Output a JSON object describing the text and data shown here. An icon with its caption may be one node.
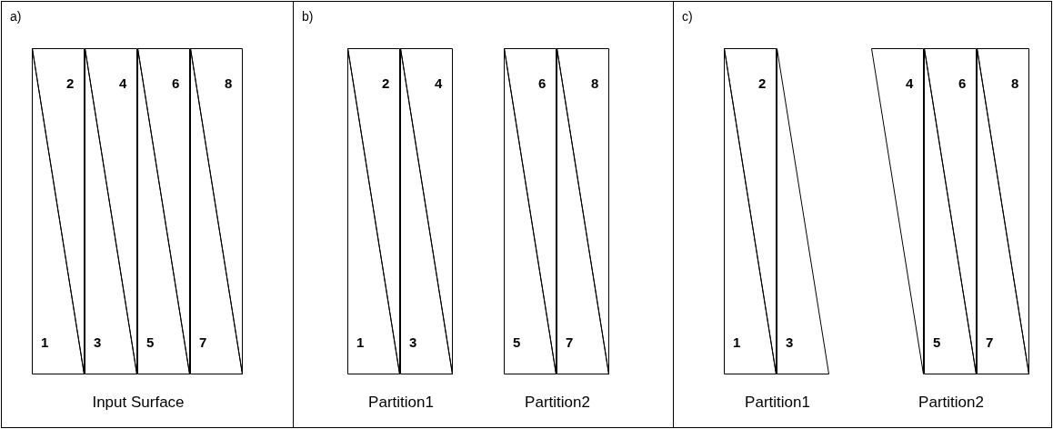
{
  "diagram": {
    "nodes": [
      {
        "text": [
          "a)",
          "Input Surface"
        ]
      },
      {
        "text": [
          "1"
        ],
        "in": 0
      },
      {
        "text": [
          "2"
        ],
        "in": 0
      },
      {
        "text": [
          "3"
        ],
        "in": 0
      },
      {
        "text": [
          "4"
        ],
        "in": 0
      },
      {
        "text": [
          "5"
        ],
        "in": 0
      },
      {
        "text": [
          "6"
        ],
        "in": 0
      },
      {
        "text": [
          "7"
        ],
        "in": 0
      },
      {
        "text": [
          "8"
        ],
        "in": 0
      },
      {
        "text": [
          "b)",
          "Partition1",
          "Partition2"
        ]
      },
      {
        "text": [
          "1"
        ],
        "in": 9
      },
      {
        "text": [
          "2"
        ],
        "in": 9
      },
      {
        "text": [
          "3"
        ],
        "in": 9
      },
      {
        "text": [
          "4"
        ],
        "in": 9
      },
      {
        "text": [
          "5"
        ],
        "in": 9
      },
      {
        "text": [
          "6"
        ],
        "in": 9
      },
      {
        "text": [
          "7"
        ],
        "in": 9
      },
      {
        "text": [
          "8"
        ],
        "in": 9
      },
      {
        "text": [
          "c)",
          "Partition1",
          "Partition2"
        ]
      },
      {
        "text": [
          "1"
        ],
        "in": 18
      },
      {
        "text": [
          "2"
        ],
        "in": 18
      },
      {
        "text": [
          "3"
        ],
        "in": 18
      },
      {
        "text": [
          "4"
        ],
        "in": 18
      },
      {
        "text": [
          "5"
        ],
        "in": 18
      },
      {
        "text": [
          "6"
        ],
        "in": 18
      },
      {
        "text": [
          "7"
        ],
        "in": 18
      },
      {
        "text": [
          "8"
        ],
        "in": 18
      }
    ],
    "edges": []
  }
}
